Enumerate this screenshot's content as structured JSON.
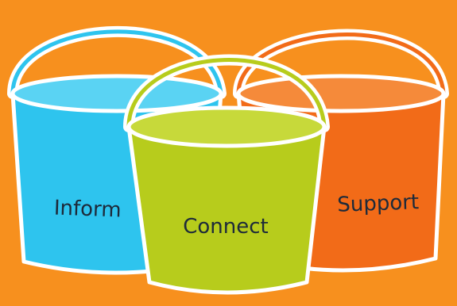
{
  "background_color": "#F7901E",
  "buckets": [
    {
      "label": "Inform",
      "color": "#2EC4EE",
      "icon": "bucket-icon"
    },
    {
      "label": "Connect",
      "color": "#B7CC1C",
      "icon": "bucket-icon"
    },
    {
      "label": "Support",
      "color": "#F26B18",
      "icon": "bucket-icon"
    }
  ]
}
